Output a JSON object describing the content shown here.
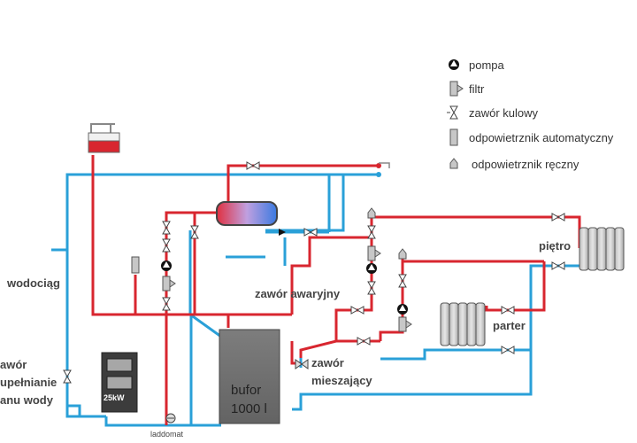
{
  "legend": {
    "pump": "pompa",
    "filter": "filtr",
    "ball_valve": "zawór kulowy",
    "auto_vent": "odpowietrznik automatyczny",
    "manual_vent": "odpowietrznik ręczny"
  },
  "labels": {
    "water_supply": "wodociąg",
    "fill_valve_line1": "awór",
    "fill_valve_line2": "upełnianie",
    "fill_valve_line3": "anu wody",
    "boiler_power": "25kW",
    "laddomat": "laddomat",
    "emergency_valve": "zawór awaryjny",
    "mixing_valve_line1": "zawór",
    "mixing_valve_line2": "mieszający",
    "buffer_line1": "bufor",
    "buffer_line2": "1000 l",
    "upper_floor": "piętro",
    "ground_floor": "parter"
  },
  "colors": {
    "supply": "#d8262f",
    "return": "#2aa0d8",
    "buffer": "#737373",
    "radiator": "#d2d2d2"
  }
}
